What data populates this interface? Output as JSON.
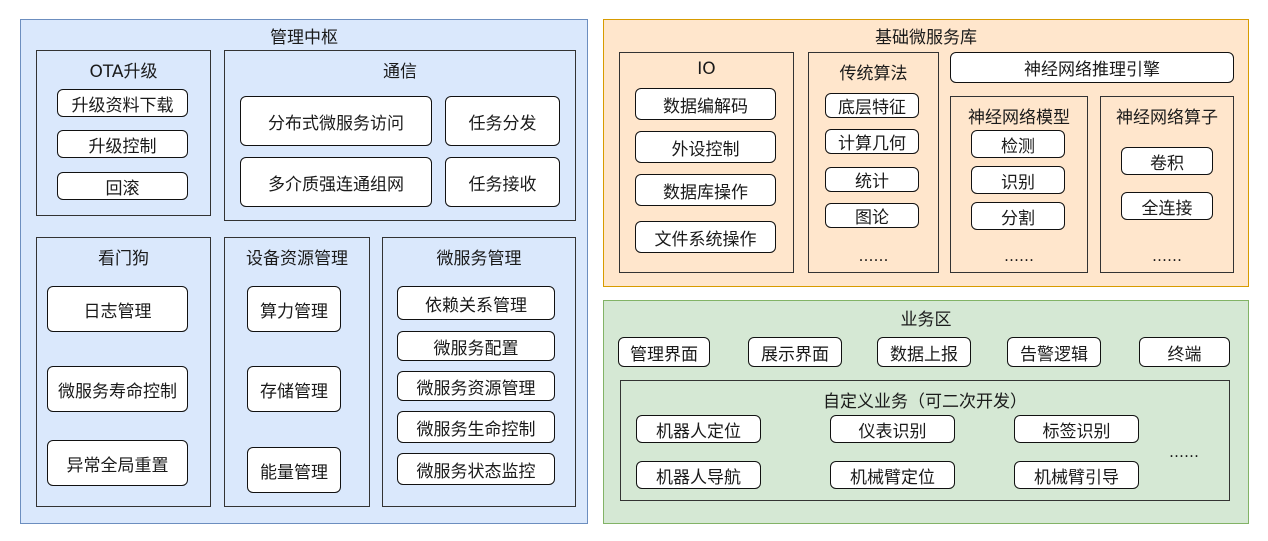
{
  "management": {
    "title": "管理中枢",
    "ota": {
      "title": "OTA升级",
      "items": [
        "升级资料下载",
        "升级控制",
        "回滚"
      ]
    },
    "comm": {
      "title": "通信",
      "items": [
        "分布式微服务访问",
        "任务分发",
        "多介质强连通组网",
        "任务接收"
      ]
    },
    "watchdog": {
      "title": "看门狗",
      "items": [
        "日志管理",
        "微服务寿命控制",
        "异常全局重置"
      ]
    },
    "device": {
      "title": "设备资源管理",
      "items": [
        "算力管理",
        "存储管理",
        "能量管理"
      ]
    },
    "microsvc": {
      "title": "微服务管理",
      "items": [
        "依赖关系管理",
        "微服务配置",
        "微服务资源管理",
        "微服务生命控制",
        "微服务状态监控"
      ]
    }
  },
  "base_lib": {
    "title": "基础微服务库",
    "io": {
      "title": "IO",
      "items": [
        "数据编解码",
        "外设控制",
        "数据库操作",
        "文件系统操作"
      ]
    },
    "algo": {
      "title": "传统算法",
      "items": [
        "底层特征",
        "计算几何",
        "统计",
        "图论"
      ],
      "ellipsis": "……"
    },
    "engine": "神经网络推理引擎",
    "nn_model": {
      "title": "神经网络模型",
      "items": [
        "检测",
        "识别",
        "分割"
      ],
      "ellipsis": "……"
    },
    "nn_op": {
      "title": "神经网络算子",
      "items": [
        "卷积",
        "全连接"
      ],
      "ellipsis": "……"
    }
  },
  "business": {
    "title": "业务区",
    "top_items": [
      "管理界面",
      "展示界面",
      "数据上报",
      "告警逻辑",
      "终端"
    ],
    "custom": {
      "title": "自定义业务（可二次开发）",
      "items": [
        "机器人定位",
        "仪表识别",
        "标签识别",
        "机器人导航",
        "机械臂定位",
        "机械臂引导"
      ],
      "ellipsis": "……"
    }
  }
}
